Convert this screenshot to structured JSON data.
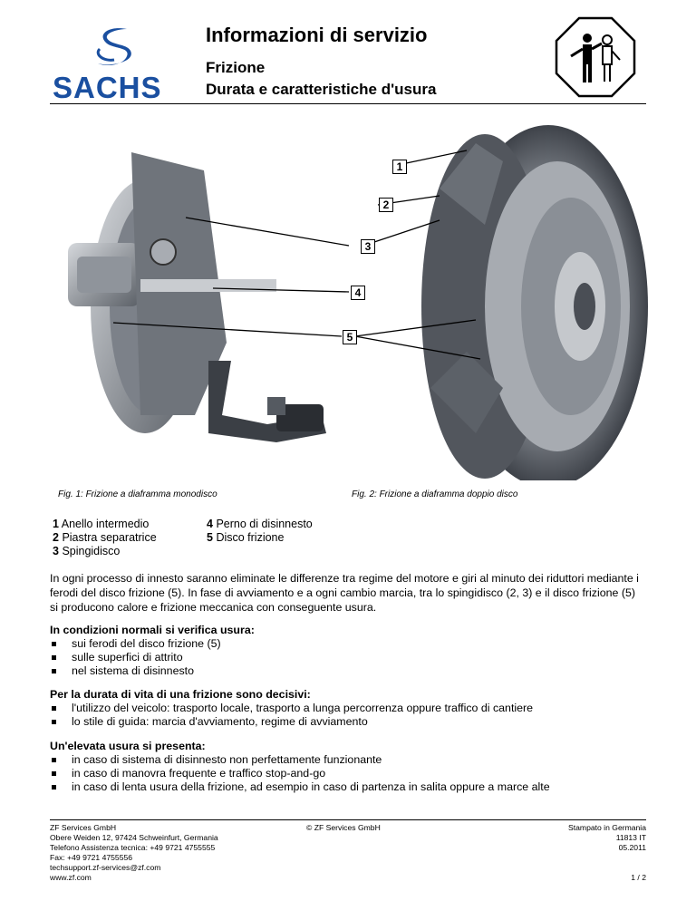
{
  "header": {
    "brand": "SACHS",
    "title": "Informazioni di servizio",
    "subtitle1": "Frizione",
    "subtitle2": "Durata e caratteristiche d'usura"
  },
  "figures": {
    "callouts": [
      "1",
      "2",
      "3",
      "4",
      "5"
    ],
    "caption1": "Fig. 1: Frizione a diaframma monodisco",
    "caption2": "Fig. 2: Frizione a diaframma doppio disco"
  },
  "legend": [
    {
      "num": "1",
      "label": "Anello intermedio"
    },
    {
      "num": "2",
      "label": "Piastra separatrice"
    },
    {
      "num": "3",
      "label": "Spingidisco"
    },
    {
      "num": "4",
      "label": "Perno di disinnesto"
    },
    {
      "num": "5",
      "label": "Disco frizione"
    }
  ],
  "intro": "In ogni processo di innesto saranno eliminate le differenze tra regime del motore e giri al minuto dei riduttori mediante i ferodi del disco frizione (5). In fase di avviamento e a ogni cambio marcia, tra lo spingidisco (2, 3) e il disco frizione (5) si producono calore e frizione meccanica con conseguente usura.",
  "sections": [
    {
      "title": "In condizioni normali si verifica usura:",
      "items": [
        "sui ferodi del disco frizione (5)",
        "sulle superfici di attrito",
        "nel sistema di disinnesto"
      ]
    },
    {
      "title": "Per la durata di vita di una frizione sono decisivi:",
      "items": [
        "l'utilizzo del veicolo: trasporto locale, trasporto a lunga percorrenza oppure traffico di cantiere",
        "lo stile di guida: marcia d'avviamento, regime di avviamento"
      ]
    },
    {
      "title": "Un'elevata usura si presenta:",
      "items": [
        "in caso di sistema di disinnesto non perfettamente funzionante",
        "in caso di manovra frequente e traffico stop-and-go",
        "in caso di lenta usura della frizione, ad esempio in caso di partenza in salita oppure a marce alte"
      ]
    }
  ],
  "footer": {
    "left": [
      "ZF Services GmbH",
      "Obere Weiden 12, 97424 Schweinfurt, Germania",
      "Telefono Assistenza tecnica: +49 9721 4755555",
      "Fax: +49 9721 4755556",
      "techsupport.zf-services@zf.com",
      "www.zf.com"
    ],
    "center": "© ZF Services GmbH",
    "right": [
      "Stampato in Germania",
      "11813 IT",
      "05.2011"
    ],
    "page": "1 / 2"
  },
  "colors": {
    "brand_blue": "#1a4fa0",
    "metal_dark": "#4a4e55",
    "metal_light": "#b8bcc2"
  }
}
